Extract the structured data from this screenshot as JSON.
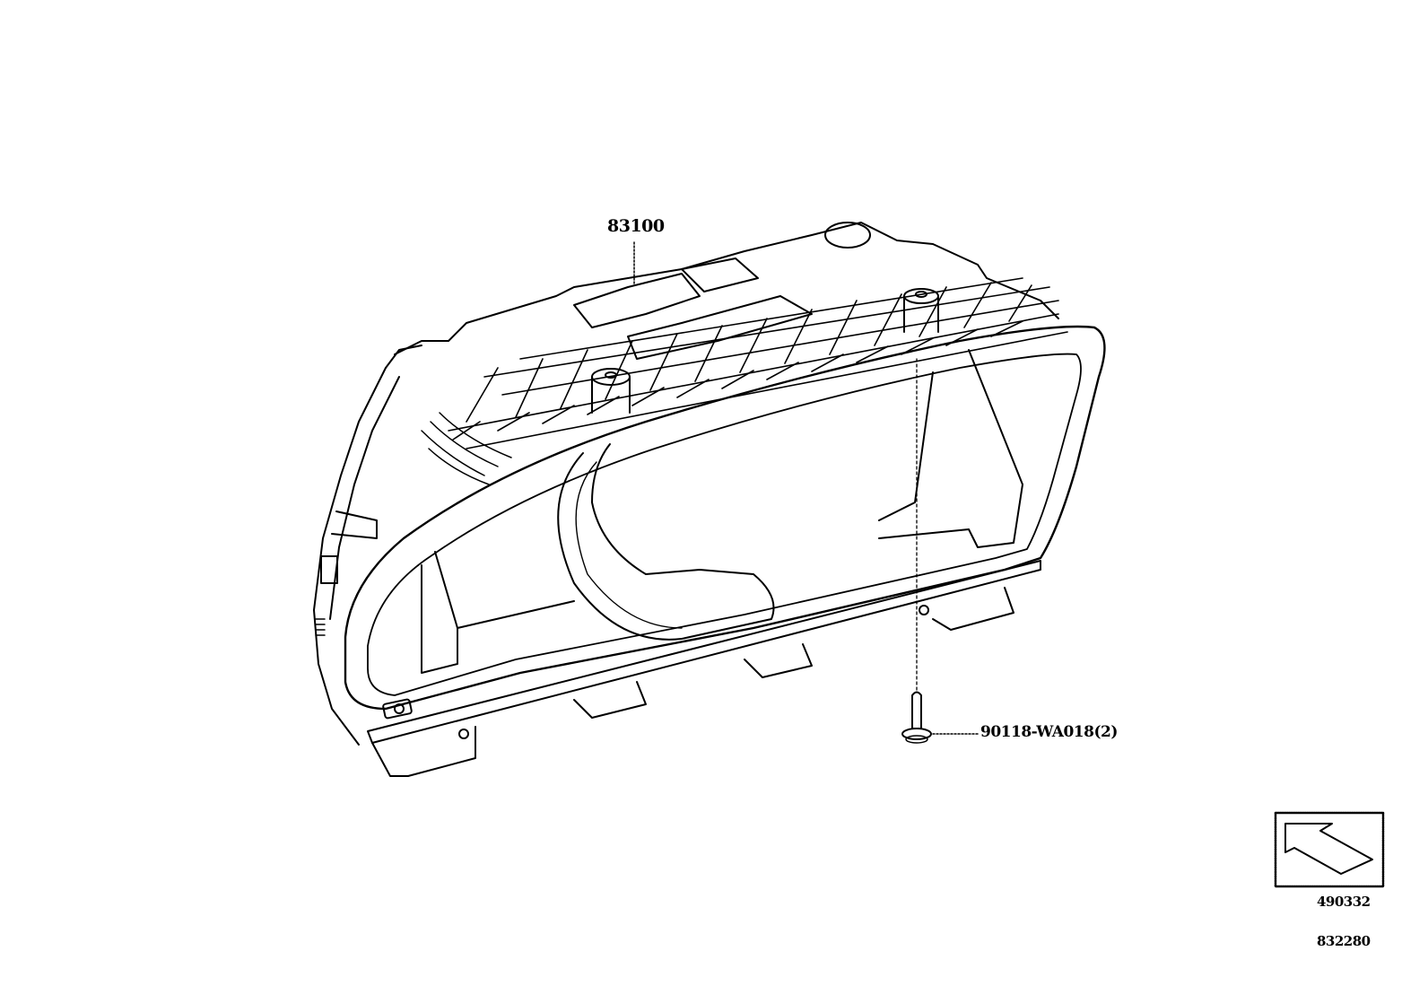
{
  "diagram": {
    "type": "exploded parts diagram",
    "subject": "instrument cluster (combination meter) assembly",
    "callouts": [
      {
        "id": "main-assembly",
        "part_number": "83100",
        "description": "meter assembly, combination"
      },
      {
        "id": "screw",
        "part_number": "90118-WA018(2)",
        "quantity_note": "(2)"
      }
    ],
    "direction_indicator": {
      "code": "490332",
      "icon": "front-direction-arrow-icon"
    },
    "illustration_code": "832280"
  },
  "labels": {
    "main_part": "83100",
    "screw_part": "90118-WA018(2)",
    "arrow_code": "490332",
    "figure_code": "832280"
  },
  "colors": {
    "line": "#000000",
    "background": "#ffffff"
  }
}
